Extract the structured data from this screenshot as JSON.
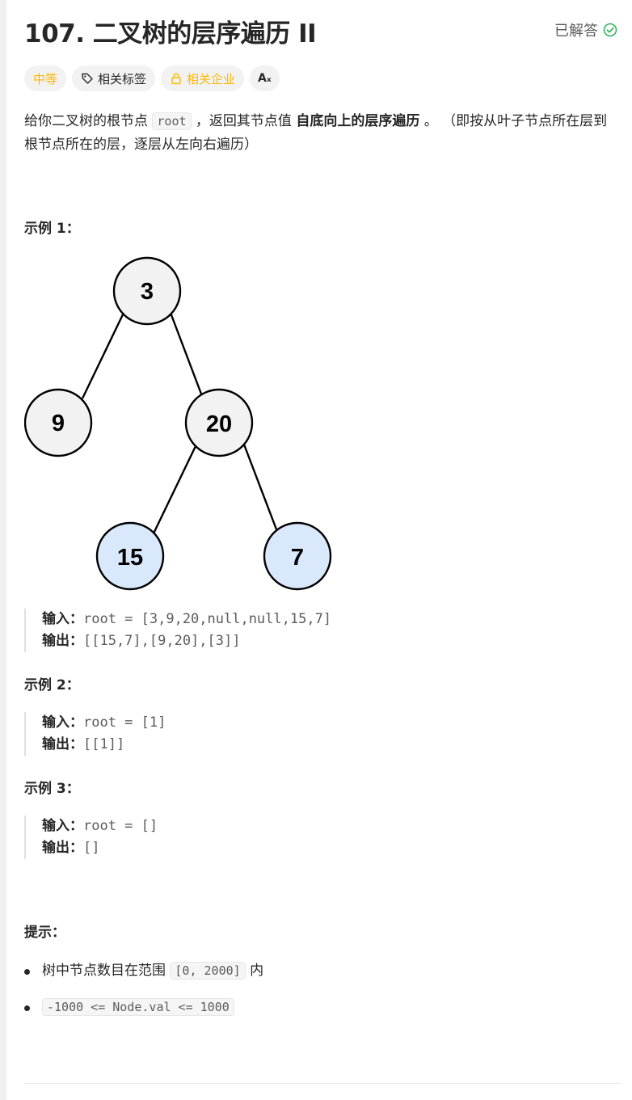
{
  "problem": {
    "title": "107. 二叉树的层序遍历 II",
    "status": "已解答",
    "difficulty": "中等",
    "tags": [
      "相关标签",
      "相关企业"
    ],
    "translate_icon": "Aₓ",
    "description": {
      "part1": "给你二叉树的根节点 ",
      "code": "root",
      "part2": " ，返回其节点值 ",
      "bold": "自底向上的层序遍历",
      "part3": " 。 （即按从叶子节点所在层到根节点所在的层，逐层从左向右遍历）"
    }
  },
  "examples": [
    {
      "title": "示例 1：",
      "input_label": "输入：",
      "input": "root = [3,9,20,null,null,15,7]",
      "output_label": "输出：",
      "output": "[[15,7],[9,20],[3]]"
    },
    {
      "title": "示例 2：",
      "input_label": "输入：",
      "input": "root = [1]",
      "output_label": "输出：",
      "output": "[[1]]"
    },
    {
      "title": "示例 3：",
      "input_label": "输入：",
      "input": "root = []",
      "output_label": "输出：",
      "output": "[]"
    }
  ],
  "tree": {
    "nodes": [
      "3",
      "9",
      "20",
      "15",
      "7"
    ]
  },
  "tips": {
    "title": "提示：",
    "item1_pre": "树中节点数目在范围 ",
    "item1_code": "[0, 2000]",
    "item1_post": " 内",
    "item2_code": "-1000 <= Node.val <= 1000"
  },
  "colors": {
    "accent_green": "#2db55d",
    "difficulty_yellow": "#ffb800",
    "node_gray": "#f2f2f2",
    "node_blue": "#dae8fc"
  }
}
